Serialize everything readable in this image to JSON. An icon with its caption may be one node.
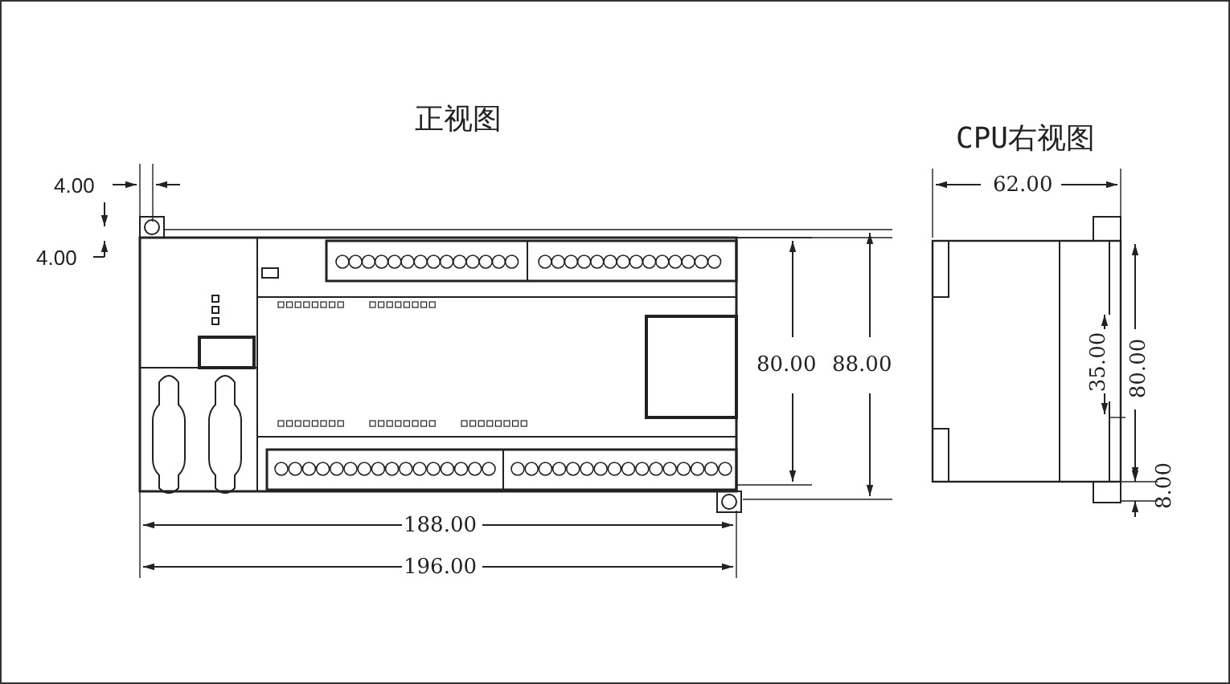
{
  "diagram": {
    "labels": [
      "正视图",
      "CPU右视图",
      "4.00",
      "4.00",
      "80.00",
      "88.00",
      "188.00",
      "196.00",
      "62.00",
      "35.00",
      "80.00",
      "8.00"
    ]
  }
}
